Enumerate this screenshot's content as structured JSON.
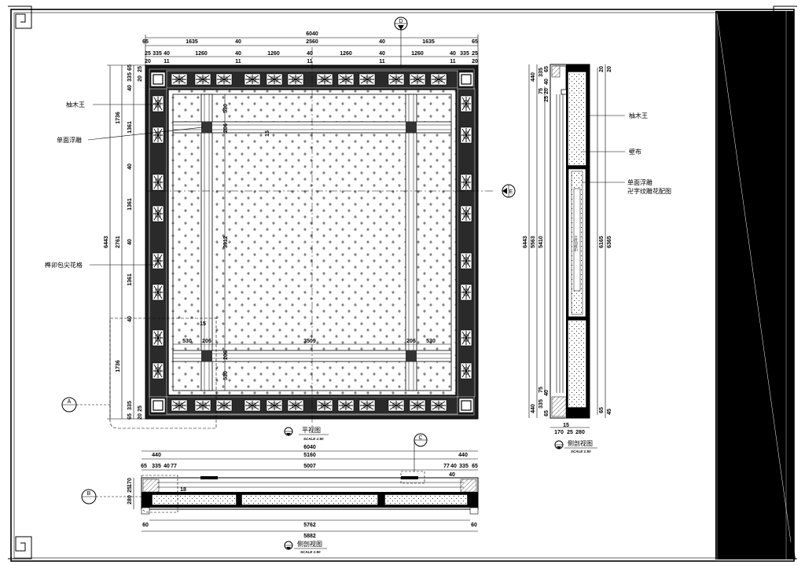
{
  "plan": {
    "dims": {
      "top_total": "6040",
      "top_mid": [
        "65",
        "1635",
        "40",
        "2560",
        "40",
        "1635",
        "65"
      ],
      "top_fine": [
        "25",
        "335",
        "40",
        "1260",
        "40",
        "1260",
        "40",
        "1260",
        "40",
        "1260",
        "40",
        "335",
        "25"
      ],
      "top_tiny": [
        "20",
        "11",
        "11",
        "11",
        "11",
        "11",
        "20"
      ],
      "left_total": "6443",
      "left_mid": [
        "1736",
        "2761",
        "1736"
      ],
      "left_fine": [
        "65",
        "335",
        "40",
        "1361",
        "40",
        "1361",
        "40",
        "1361",
        "40",
        "335",
        "65"
      ],
      "left_tiny": [
        "25",
        "20",
        "25",
        "20"
      ],
      "inner_v": [
        "530",
        "206",
        "15",
        "3912",
        "206",
        "530"
      ],
      "inner_h": [
        "530",
        "206",
        "3509",
        "206",
        "530"
      ],
      "inner_15": "15"
    },
    "labels": {
      "teak": "柚木王",
      "relief": "单面浮雕",
      "tenon": "榫卯包尖花格"
    },
    "markers": {
      "top": "D",
      "right": "E",
      "left": "A"
    },
    "title": "平视图",
    "scale": "SCALE 1:50"
  },
  "side": {
    "dims": {
      "left_a": "6443",
      "left_b": "5563",
      "left_c": "5410",
      "top_small": [
        "440",
        "335",
        "65",
        "40",
        "75",
        "20",
        "25"
      ],
      "bot_small": [
        "440",
        "335",
        "65",
        "40",
        "75"
      ],
      "right_a": "6165",
      "right_b": "6365",
      "right_small": [
        "20",
        "20",
        "65",
        "45"
      ],
      "bottom": [
        "170",
        "25",
        "280"
      ],
      "bottom_b": "15",
      "inner_note": "空调出风口"
    },
    "labels": {
      "teak": "柚木王",
      "cloth": "壁布",
      "relief": "单面浮雕",
      "pattern": "卍字纹雕花配图"
    },
    "title": "侧剖视图",
    "scale": "SCALE 1:50"
  },
  "front": {
    "dims": {
      "top_total": "6040",
      "mid": [
        "440",
        "5160",
        "440"
      ],
      "fine": [
        "65",
        "335",
        "40",
        "77",
        "5007",
        "77",
        "40",
        "335",
        "65"
      ],
      "tiny": [
        "18",
        "40"
      ],
      "left": [
        "280",
        "25",
        "170"
      ],
      "bottom_a": "5762",
      "bottom_b": "5882",
      "bottom_c": [
        "60",
        "60"
      ]
    },
    "markers": {
      "left": "B",
      "top": "C"
    },
    "title": "侧剖视图",
    "scale": "SCALE 1:50"
  }
}
